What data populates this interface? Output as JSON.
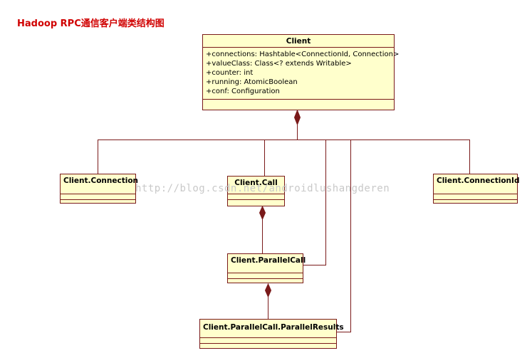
{
  "title": "Hadoop RPC通信客户端类结构图",
  "watermark": "http://blog.csdn.net/androidlushangderen",
  "colors": {
    "title": "#d00000",
    "box_fill": "#ffffcc",
    "box_border": "#7a1a1a",
    "line": "#7a1a1a"
  },
  "classes": {
    "client": {
      "name": "Client",
      "attributes": [
        "+connections: Hashtable<ConnectionId, Connection>",
        "+valueClass: Class<? extends Writable>",
        "+counter: int",
        "+running: AtomicBoolean",
        "+conf: Configuration"
      ]
    },
    "connection": {
      "name": "Client.Connection"
    },
    "call": {
      "name": "Client.Call"
    },
    "parallel_call": {
      "name": "Client.ParallelCall"
    },
    "parallel_results": {
      "name": "Client.ParallelCall.ParallelResults"
    },
    "connection_id": {
      "name": "Client.ConnectionId"
    }
  },
  "relations": [
    {
      "type": "composition",
      "whole": "Client",
      "part": "Client.Connection"
    },
    {
      "type": "composition",
      "whole": "Client",
      "part": "Client.Call"
    },
    {
      "type": "composition",
      "whole": "Client",
      "part": "Client.ParallelCall"
    },
    {
      "type": "composition",
      "whole": "Client",
      "part": "Client.ParallelCall.ParallelResults"
    },
    {
      "type": "composition",
      "whole": "Client",
      "part": "Client.ConnectionId"
    },
    {
      "type": "composition",
      "whole": "Client.Call",
      "part": "Client.ParallelCall"
    },
    {
      "type": "composition",
      "whole": "Client.ParallelCall",
      "part": "Client.ParallelCall.ParallelResults"
    }
  ]
}
